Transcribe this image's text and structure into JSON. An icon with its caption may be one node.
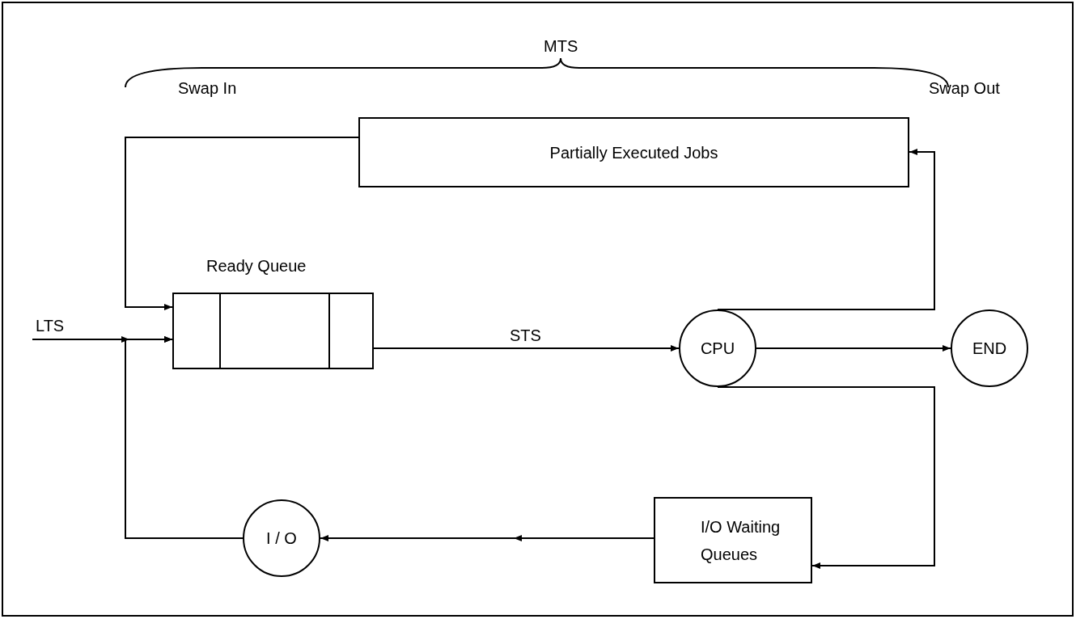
{
  "diagram": {
    "nodes": [
      {
        "text": [
          "Partially Executed Jobs"
        ]
      },
      {
        "text": [
          "Ready Queue"
        ]
      },
      {
        "text": [
          "CPU"
        ]
      },
      {
        "text": [
          "END"
        ]
      },
      {
        "text": [
          "I/O Waiting Queues"
        ]
      },
      {
        "text": [
          "I / O"
        ]
      }
    ],
    "edges": [
      {
        "from": 0,
        "to": 1,
        "arrow": "to"
      },
      {
        "from": null,
        "to": 1,
        "arrow": "to",
        "label": "LTS"
      },
      {
        "from": 1,
        "to": 2,
        "arrow": "to",
        "label": "STS"
      },
      {
        "from": 2,
        "to": 0,
        "arrow": "to"
      },
      {
        "from": 2,
        "to": 3,
        "arrow": "to"
      },
      {
        "from": 2,
        "to": 4,
        "arrow": "to"
      },
      {
        "from": 4,
        "to": 5,
        "arrow": "to"
      },
      {
        "from": 5,
        "to": 1,
        "arrow": "to"
      }
    ],
    "labels": [
      "MTS",
      "Swap In",
      "Swap Out"
    ]
  }
}
